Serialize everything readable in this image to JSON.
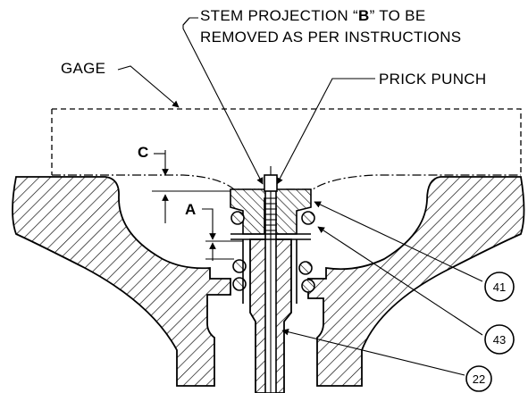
{
  "labels": {
    "stem_line1_pre": "STEM PROJECTION “",
    "stem_line1_bold": "B",
    "stem_line1_post": "” TO BE",
    "stem_line2": "REMOVED AS PER INSTRUCTIONS",
    "gage": "GAGE",
    "prick_punch": "PRICK PUNCH",
    "c": "C",
    "a": "A"
  },
  "callouts": [
    "41",
    "43",
    "22"
  ],
  "colors": {
    "ink": "#000000",
    "paper": "#ffffff"
  }
}
